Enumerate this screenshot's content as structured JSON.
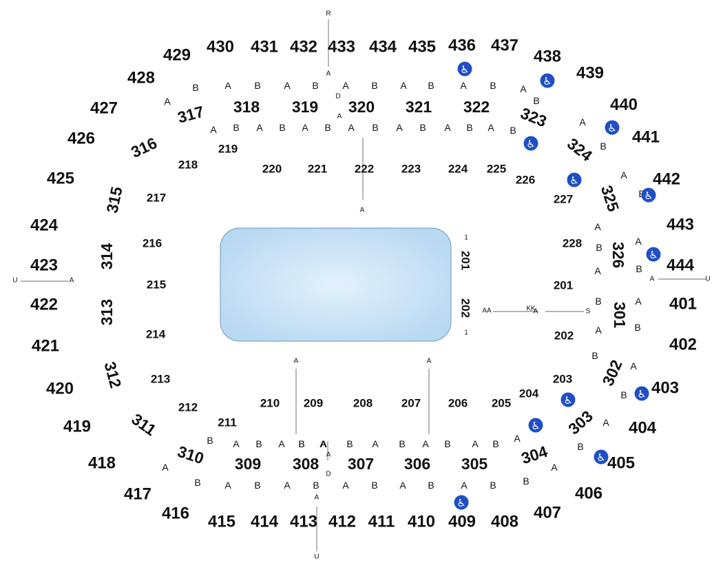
{
  "colors": {
    "rink_fill": "#c9e2f6",
    "rink_border": "#7ea3c6",
    "accessible_icon": "#1f4fc6",
    "text": "#111111"
  },
  "rink": {
    "row_markers": [
      "1",
      "1"
    ]
  },
  "sections": {
    "level_400": [
      "429",
      "430",
      "431",
      "432",
      "433",
      "434",
      "435",
      "436",
      "437",
      "438",
      "439",
      "428",
      "427",
      "426",
      "425",
      "424",
      "423",
      "422",
      "421",
      "420",
      "419",
      "418",
      "417",
      "416",
      "415",
      "414",
      "413",
      "412",
      "411",
      "410",
      "409",
      "408",
      "407",
      "406",
      "405",
      "404",
      "403",
      "402",
      "401",
      "444",
      "443",
      "442",
      "441",
      "440"
    ],
    "level_300": [
      "317",
      "318",
      "319",
      "320",
      "321",
      "322",
      "323",
      "324",
      "316",
      "315",
      "314",
      "313",
      "312",
      "311",
      "310",
      "309",
      "308",
      "307",
      "306",
      "305",
      "304",
      "303",
      "302",
      "301",
      "326",
      "325"
    ],
    "level_200": [
      "219",
      "220",
      "221",
      "222",
      "223",
      "224",
      "225",
      "226",
      "227",
      "228",
      "218",
      "217",
      "216",
      "215",
      "214",
      "213",
      "212",
      "211",
      "210",
      "209",
      "208",
      "207",
      "206",
      "205",
      "204",
      "203",
      "202",
      "201",
      "201",
      "202"
    ]
  },
  "row_labels": [
    "A",
    "B",
    "A",
    "B",
    "A",
    "B",
    "A",
    "B",
    "A",
    "B",
    "A",
    "B",
    "A",
    "B",
    "A",
    "B",
    "A",
    "B",
    "A",
    "B",
    "A",
    "B",
    "A",
    "B",
    "A",
    "B",
    "A",
    "B",
    "A",
    "B",
    "A",
    "B",
    "A",
    "B",
    "A",
    "B",
    "A",
    "B",
    "A",
    "B",
    "A",
    "B",
    "A",
    "B",
    "A",
    "B",
    "A",
    "B",
    "A",
    "B",
    "A",
    "B",
    "A",
    "B",
    "A",
    "B",
    "A",
    "B",
    "A",
    "B",
    "A",
    "B",
    "A",
    "B",
    "A",
    "B",
    "A",
    "B",
    "A",
    "B",
    "A",
    "B",
    "A",
    "B",
    "A",
    "B",
    "A",
    "B",
    "A",
    "B",
    "A",
    "B",
    "A",
    "B",
    "A",
    "B",
    "A",
    "B",
    "A",
    "B",
    "A",
    "B"
  ],
  "aisle_labels": [
    "R",
    "A",
    "D",
    "A",
    "A",
    "A",
    "A",
    "U",
    "A",
    "U",
    "A",
    "AA",
    "KK",
    "A",
    "S",
    "A",
    "D",
    "A",
    "U"
  ],
  "accessible_icons": [
    "wheelchair-icon",
    "wheelchair-icon",
    "wheelchair-icon",
    "wheelchair-icon",
    "wheelchair-icon",
    "wheelchair-icon",
    "wheelchair-icon",
    "wheelchair-icon",
    "wheelchair-icon",
    "wheelchair-icon",
    "wheelchair-icon",
    "wheelchair-icon"
  ],
  "accessible_glyph": "♿"
}
